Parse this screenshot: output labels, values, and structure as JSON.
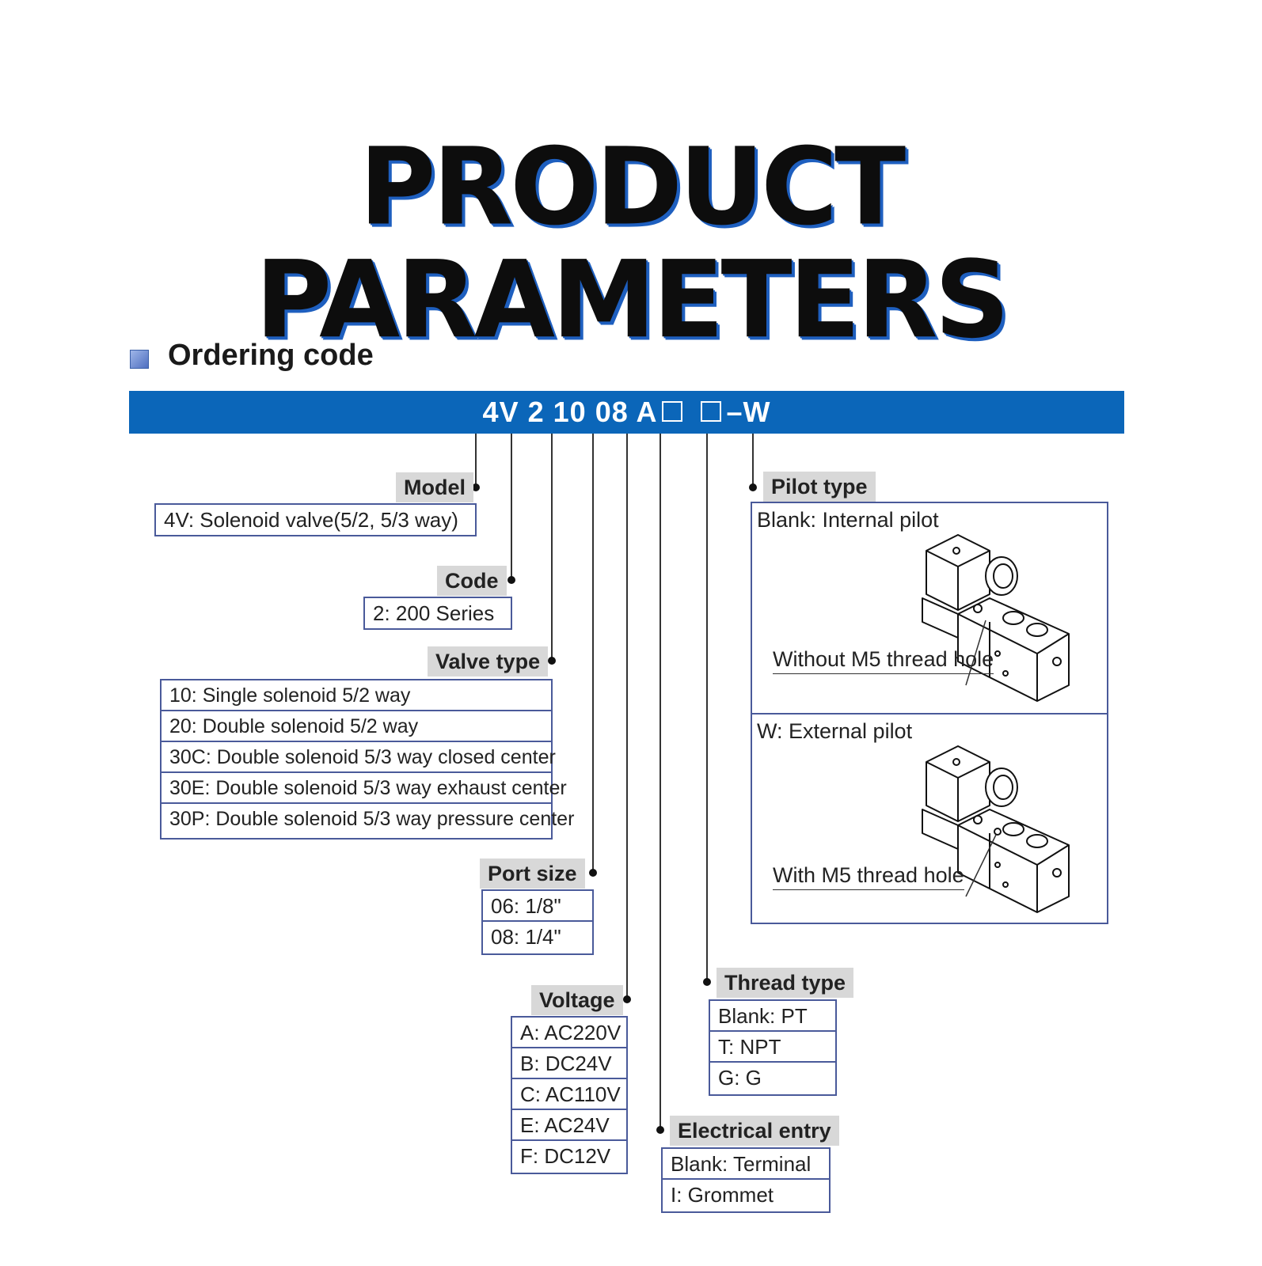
{
  "headline": "PRODUCT PARAMETERS",
  "section_title": "Ordering code",
  "code": {
    "parts": [
      "4V",
      "2",
      "10",
      "08",
      "A"
    ],
    "suffix": "–W"
  },
  "model": {
    "label": "Model",
    "options": [
      "4V: Solenoid valve(5/2, 5/3 way)"
    ]
  },
  "code_series": {
    "label": "Code",
    "options": [
      "2: 200 Series"
    ]
  },
  "valve_type": {
    "label": "Valve type",
    "options": [
      "10: Single solenoid 5/2 way",
      "20: Double solenoid 5/2 way",
      "30C: Double solenoid 5/3 way closed center",
      "30E: Double solenoid 5/3 way exhaust center",
      "30P: Double solenoid 5/3 way pressure center"
    ]
  },
  "port_size": {
    "label": "Port size",
    "options": [
      "06: 1/8\"",
      "08: 1/4\""
    ]
  },
  "voltage": {
    "label": "Voltage",
    "options": [
      "A: AC220V",
      "B: DC24V",
      "C: AC110V",
      "E: AC24V",
      "F: DC12V"
    ]
  },
  "electrical_entry": {
    "label": "Electrical entry",
    "options": [
      "Blank: Terminal",
      "I: Grommet"
    ]
  },
  "thread_type": {
    "label": "Thread type",
    "options": [
      "Blank: PT",
      "T: NPT",
      "G: G"
    ]
  },
  "pilot_type": {
    "label": "Pilot type",
    "internal": {
      "title": "Blank: Internal pilot",
      "note": "Without M5 thread hole"
    },
    "external": {
      "title": "W: External pilot",
      "note": "With M5 thread hole"
    }
  },
  "colors": {
    "accent": "#0b66b9",
    "border": "#4a5a9a",
    "label_bg": "#d8d8d8",
    "headline_shadow": "#1e5fbf"
  }
}
